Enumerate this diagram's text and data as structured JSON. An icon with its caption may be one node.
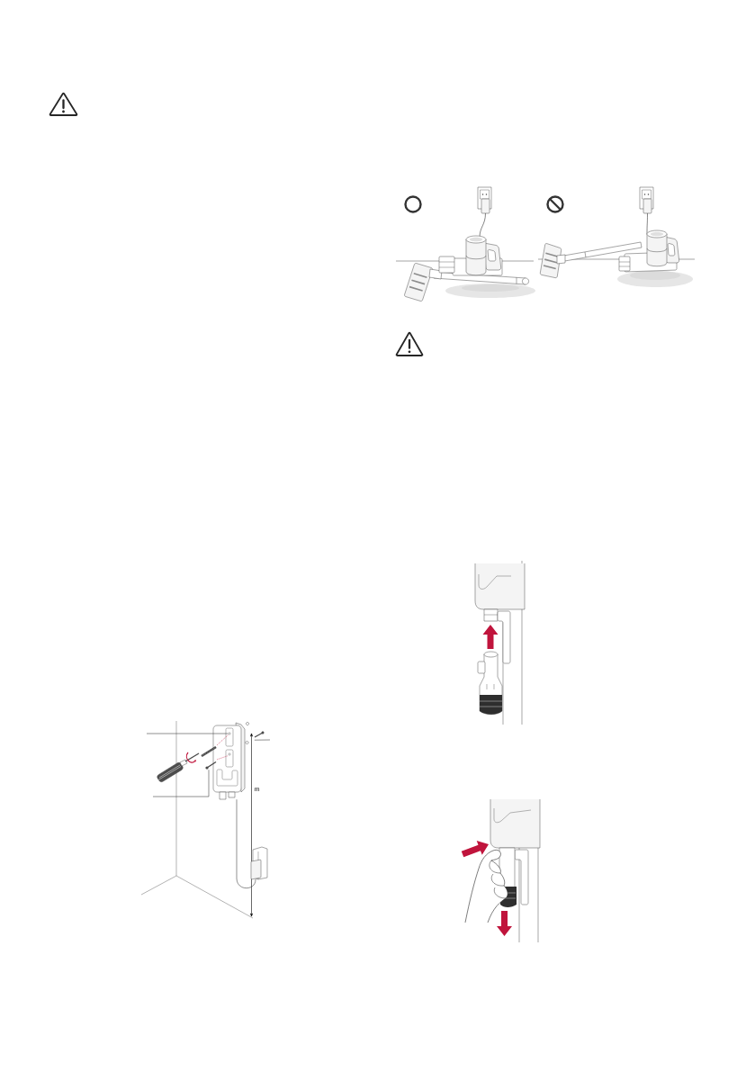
{
  "diagram": {
    "nodes": [
      {
        "text": [],
        "shape": "picture"
      },
      {
        "text": [],
        "shape": "circle",
        "in": 0
      },
      {
        "text": [],
        "shape": "circle",
        "in": 0
      },
      {
        "text": [],
        "shape": "picture"
      },
      {
        "text": [],
        "shape": "picture"
      },
      {
        "text": [],
        "shape": "picture"
      },
      {
        "text": [],
        "shape": "picture"
      }
    ],
    "edges": [
      {
        "from": null,
        "to": 1,
        "arrow": "none"
      },
      {
        "from": null,
        "to": 3,
        "arrow": "none"
      },
      {
        "from": null,
        "to": 5,
        "arrow": "none"
      },
      {
        "from": 4,
        "to": 1,
        "arrow": "none",
        "style": "dashed",
        "color": "#c0143c"
      },
      {
        "from": 5,
        "to": 2,
        "arrow": "none",
        "style": "dashed",
        "color": "#c0143c"
      },
      {
        "from": 0,
        "to": 6,
        "arrow": "none"
      }
    ],
    "labels": [
      "m"
    ]
  }
}
